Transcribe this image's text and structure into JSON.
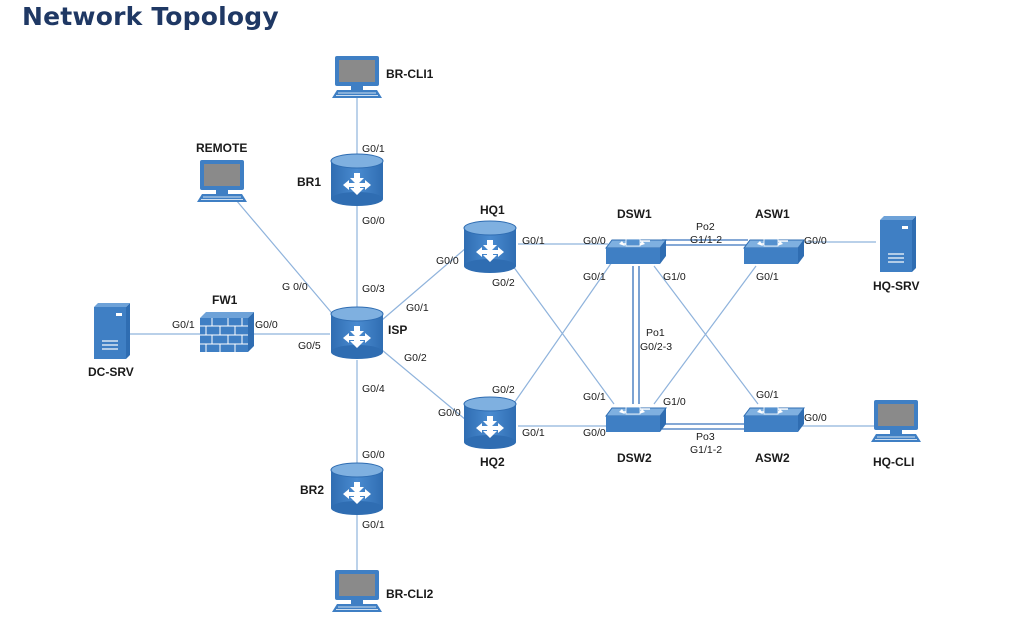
{
  "title": "Network Topology",
  "colors": {
    "device_fill": "#3f7fc4",
    "device_top": "#6ea2d8",
    "link": "#8fb3dc",
    "title": "#1f3864"
  },
  "devices": {
    "br_cli1": "BR-CLI1",
    "remote": "REMOTE",
    "br1": "BR1",
    "fw1": "FW1",
    "dc_srv": "DC-SRV",
    "isp": "ISP",
    "hq1": "HQ1",
    "hq2": "HQ2",
    "br2": "BR2",
    "br_cli2": "BR-CLI2",
    "dsw1": "DSW1",
    "dsw2": "DSW2",
    "asw1": "ASW1",
    "asw2": "ASW2",
    "hq_srv": "HQ-SRV",
    "hq_cli": "HQ-CLI"
  },
  "ports": {
    "br1_top": "G0/1",
    "br1_bottom": "G0/0",
    "isp_g03": "G0/3",
    "isp_g00": "G 0/0",
    "isp_g01": "G0/1",
    "isp_g05": "G0/5",
    "isp_g02": "G0/2",
    "isp_g04": "G0/4",
    "fw1_left": "G0/1",
    "fw1_right": "G0/0",
    "hq1_g00": "G0/0",
    "hq1_g01": "G0/1",
    "hq1_g02": "G0/2",
    "hq2_g02": "G0/2",
    "hq2_g00": "G0/0",
    "hq2_g01": "G0/1",
    "dsw1_g00": "G0/0",
    "dsw1_g01": "G0/1",
    "dsw1_g10": "G1/0",
    "dsw2_g01": "G0/1",
    "dsw2_g10": "G1/0",
    "dsw2_g00": "G0/0",
    "asw1_g00": "G0/0",
    "asw1_g01": "G0/1",
    "asw2_g01": "G0/1",
    "asw2_g00": "G0/0",
    "br2_g00": "G0/0",
    "br2_g01": "G0/1"
  },
  "port_channels": {
    "po2_name": "Po2",
    "po2_ports": "G1/1-2",
    "po1_name": "Po1",
    "po1_ports": "G0/2-3",
    "po3_name": "Po3",
    "po3_ports": "G1/1-2"
  },
  "icons": [
    "router-icon",
    "multilayer-switch-icon",
    "workstation-icon",
    "server-icon",
    "firewall-icon"
  ]
}
